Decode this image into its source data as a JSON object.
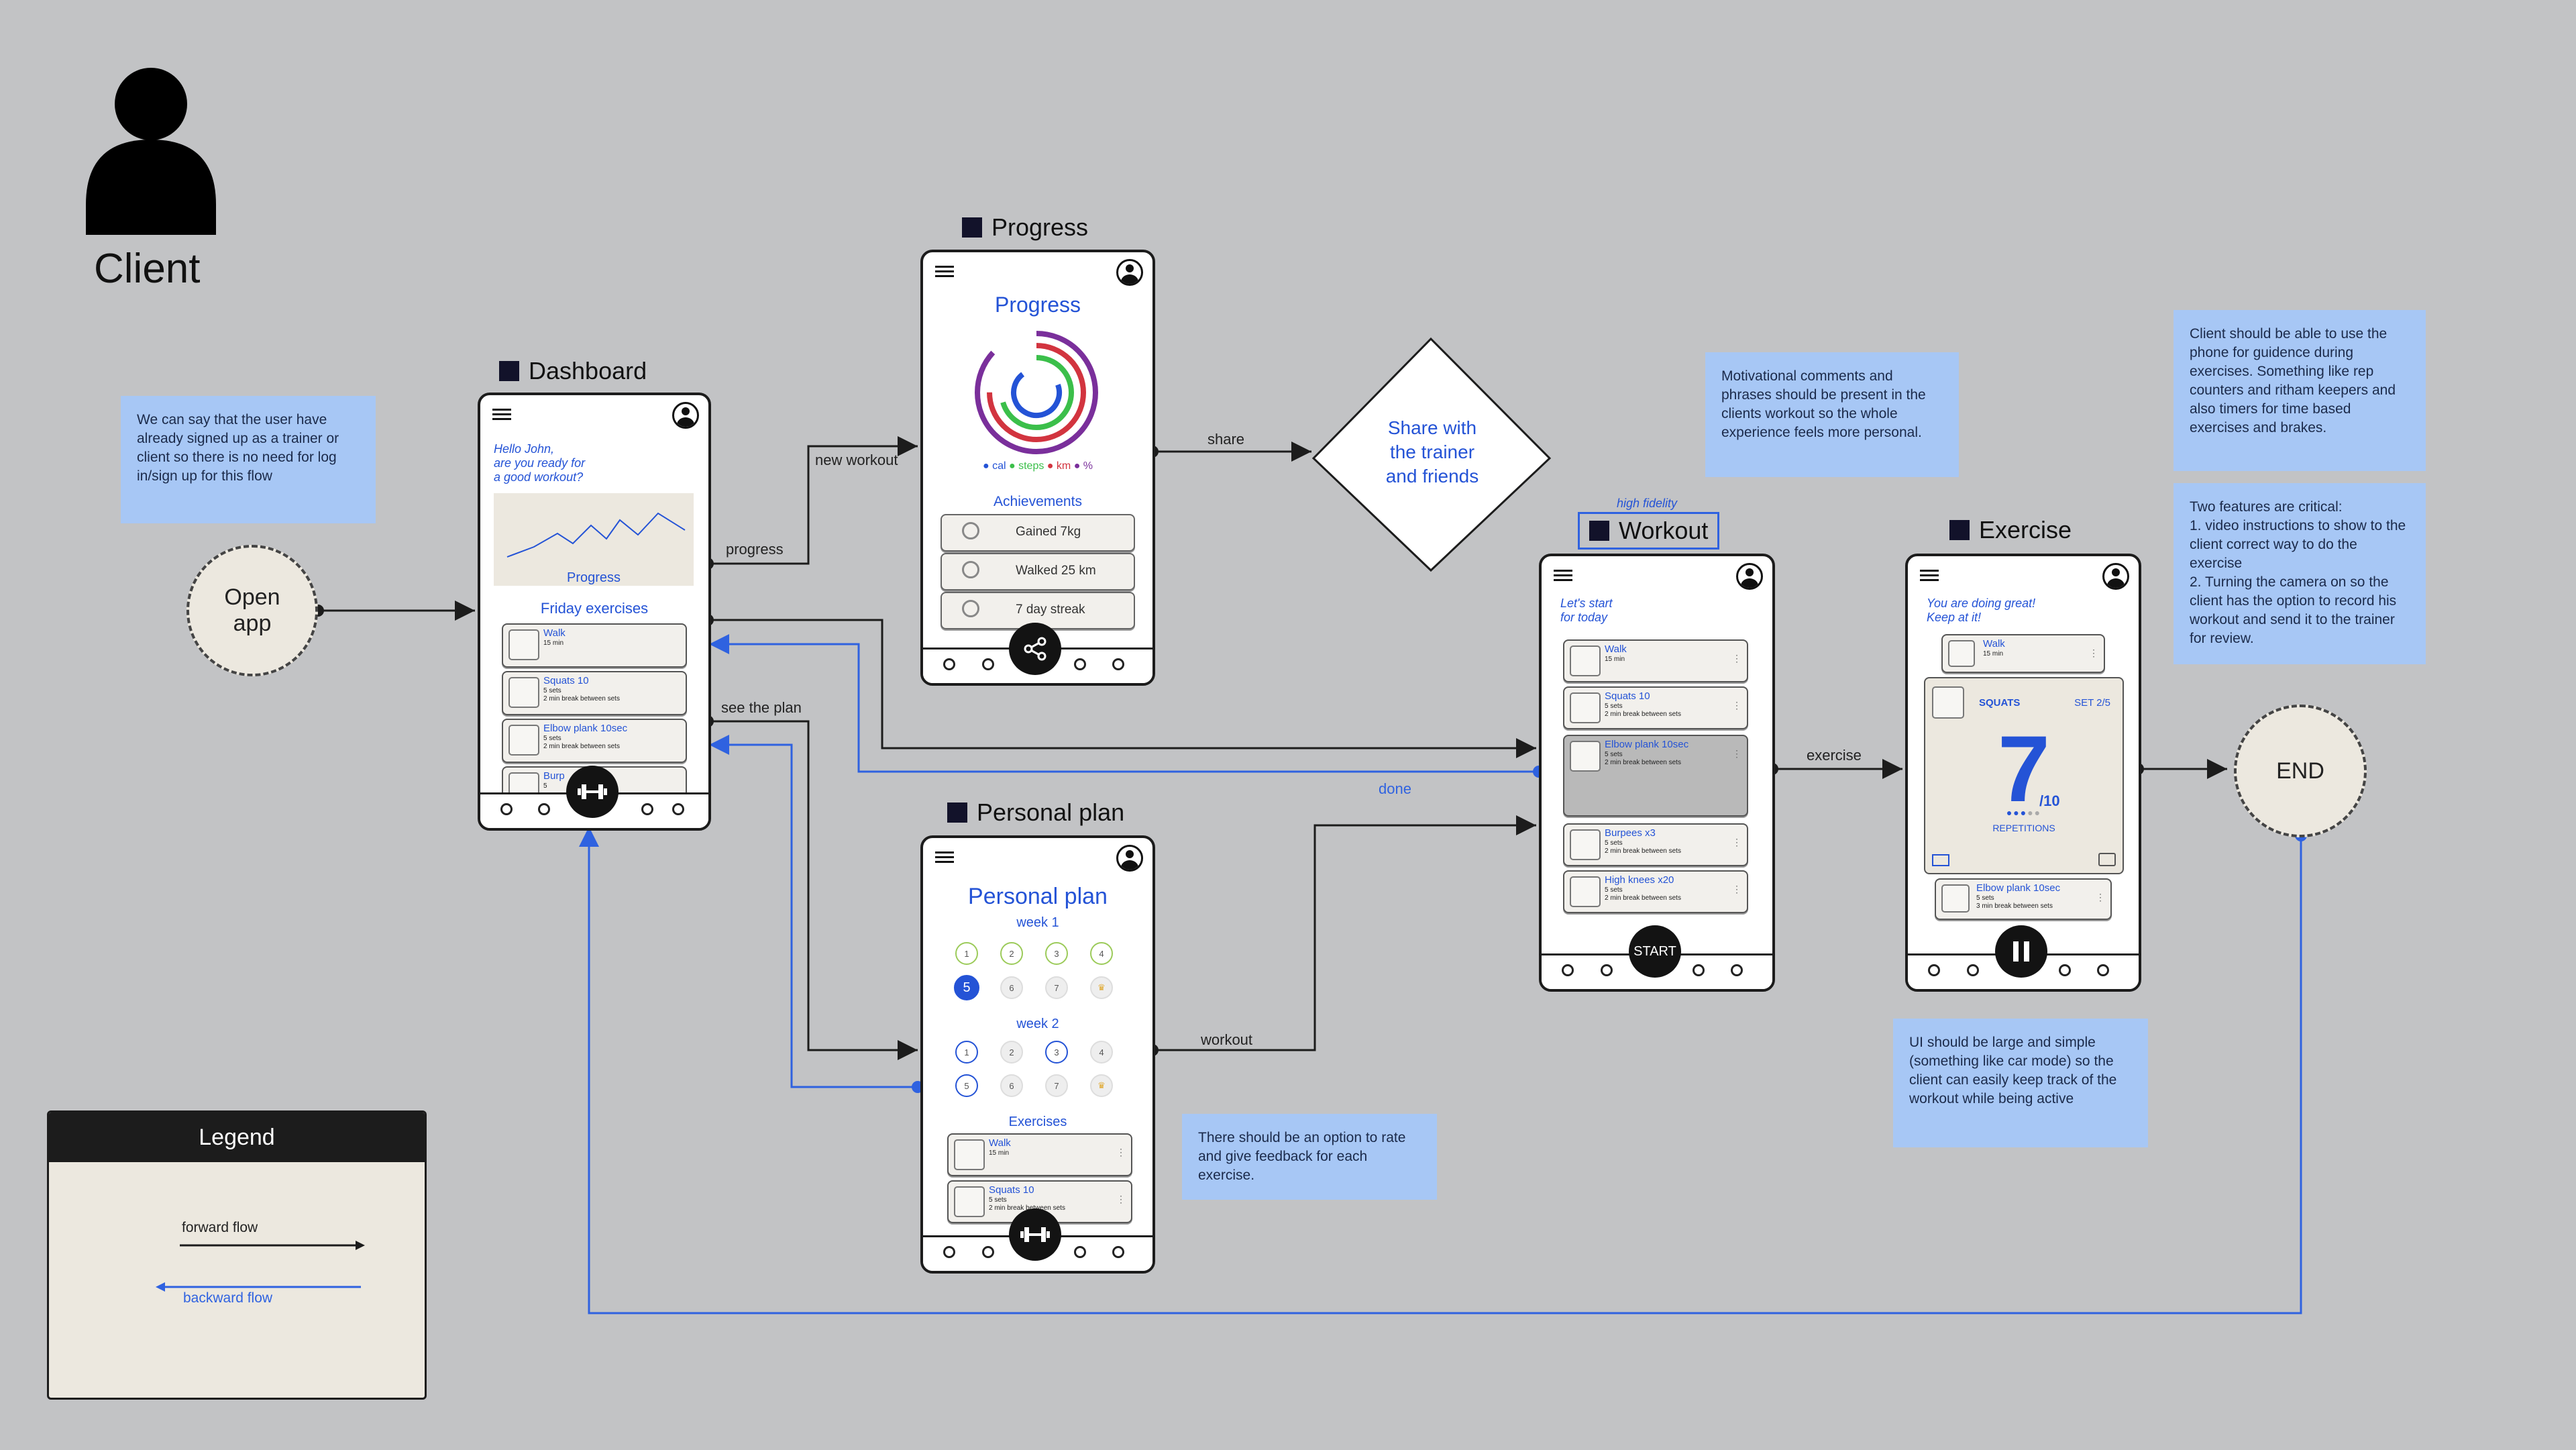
{
  "client_label": "Client",
  "frames": {
    "progress": "Progress",
    "dashboard": "Dashboard",
    "personal_plan": "Personal plan",
    "workout": "Workout",
    "exercise": "Exercise"
  },
  "workout_tag": "high fidelity",
  "open_app": {
    "line1": "Open",
    "line2": "app"
  },
  "end_label": "END",
  "share_diamond": {
    "line1": "Share with",
    "line2": "the trainer",
    "line3": "and friends"
  },
  "notes": {
    "signed_up": "We can say that the user have already signed up as a trainer or client so there is no need for log in/sign up for this flow",
    "motivational": "Motivational comments and phrases should be present in the clients workout so the whole experience feels more personal.",
    "guidance": "Client should be able to use the phone for guidence during exercises. Something like rep counters and ritham keepers and also timers for time based exercises and brakes.",
    "features": "Two features are critical:\n1. video instructions to show to the client correct way to do the exercise\n2. Turning the camera on so the client has the option to record his workout and send it to the trainer for review.",
    "ui_large": "UI should be large and simple (something like car mode) so the client can easily keep track of the workout while being active",
    "feedback": "There should be an option to rate and give feedback for each exercise."
  },
  "edges": {
    "new_workout": "new workout",
    "progress": "progress",
    "share": "share",
    "see_the_plan": "see the plan",
    "workout": "workout",
    "exercise": "exercise",
    "done": "done"
  },
  "legend": {
    "title": "Legend",
    "forward": "forward flow",
    "backward": "backward flow"
  },
  "dashboard": {
    "greeting": [
      "Hello John,",
      "are you ready for",
      "a good workout?"
    ],
    "chart_label": "Progress",
    "section": "Friday exercises",
    "items": [
      {
        "title": "Walk",
        "sub": "15 min"
      },
      {
        "title": "Squats 10",
        "sub": "5 sets\n2 min break between sets"
      },
      {
        "title": "Elbow plank 10sec",
        "sub": "5 sets\n2 min break between sets"
      },
      {
        "title": "Burp",
        "sub": "5"
      }
    ]
  },
  "progress_screen": {
    "title": "Progress",
    "legend": [
      "cal",
      "steps",
      "km",
      "%"
    ],
    "legend_colors": [
      "#2453d6",
      "#3bbf4a",
      "#d2343f",
      "#7a2f9b"
    ],
    "achievements_title": "Achievements",
    "achievements": [
      "Gained 7kg",
      "Walked 25 km",
      "7 day streak"
    ]
  },
  "plan_screen": {
    "title": "Personal plan",
    "week1": "week 1",
    "week2": "week 2",
    "week1_row1": [
      "1",
      "2",
      "3",
      "4"
    ],
    "week1_row2": [
      "5",
      "6",
      "7",
      "♛"
    ],
    "week2_row1": [
      "1",
      "2",
      "3",
      "4"
    ],
    "week2_row2": [
      "5",
      "6",
      "7",
      "♛"
    ],
    "exercises_title": "Exercises",
    "items": [
      {
        "title": "Walk",
        "sub": "15 min"
      },
      {
        "title": "Squats 10",
        "sub": "5 sets\n2 min break between sets"
      }
    ]
  },
  "workout_screen": {
    "greeting": [
      "Let's start",
      "for today"
    ],
    "items": [
      {
        "title": "Walk",
        "sub": "15 min"
      },
      {
        "title": "Squats 10",
        "sub": "5 sets\n2 min break between sets"
      },
      {
        "title": "Elbow plank 10sec",
        "sub": "5 sets\n2 min break between sets"
      },
      {
        "title": "Burpees x3",
        "sub": "5 sets\n2 min break between sets"
      },
      {
        "title": "High knees x20",
        "sub": "5 sets\n2 min break between sets"
      }
    ],
    "start": "START"
  },
  "exercise_screen": {
    "greeting": [
      "You are doing great!",
      "Keep at it!"
    ],
    "prev": {
      "title": "Walk",
      "sub": "15 min"
    },
    "current_name": "SQUATS",
    "set": "SET 2/5",
    "count": "7",
    "total": "/10",
    "reps_label": "REPETITIONS",
    "next": {
      "title": "Elbow plank 10sec",
      "sub": "5 sets\n3 min break between sets"
    }
  },
  "colors": {
    "forward": "#1c1c1c",
    "backward": "#2f62e0",
    "note": "#a7c7f5",
    "accent": "#2453d6"
  }
}
